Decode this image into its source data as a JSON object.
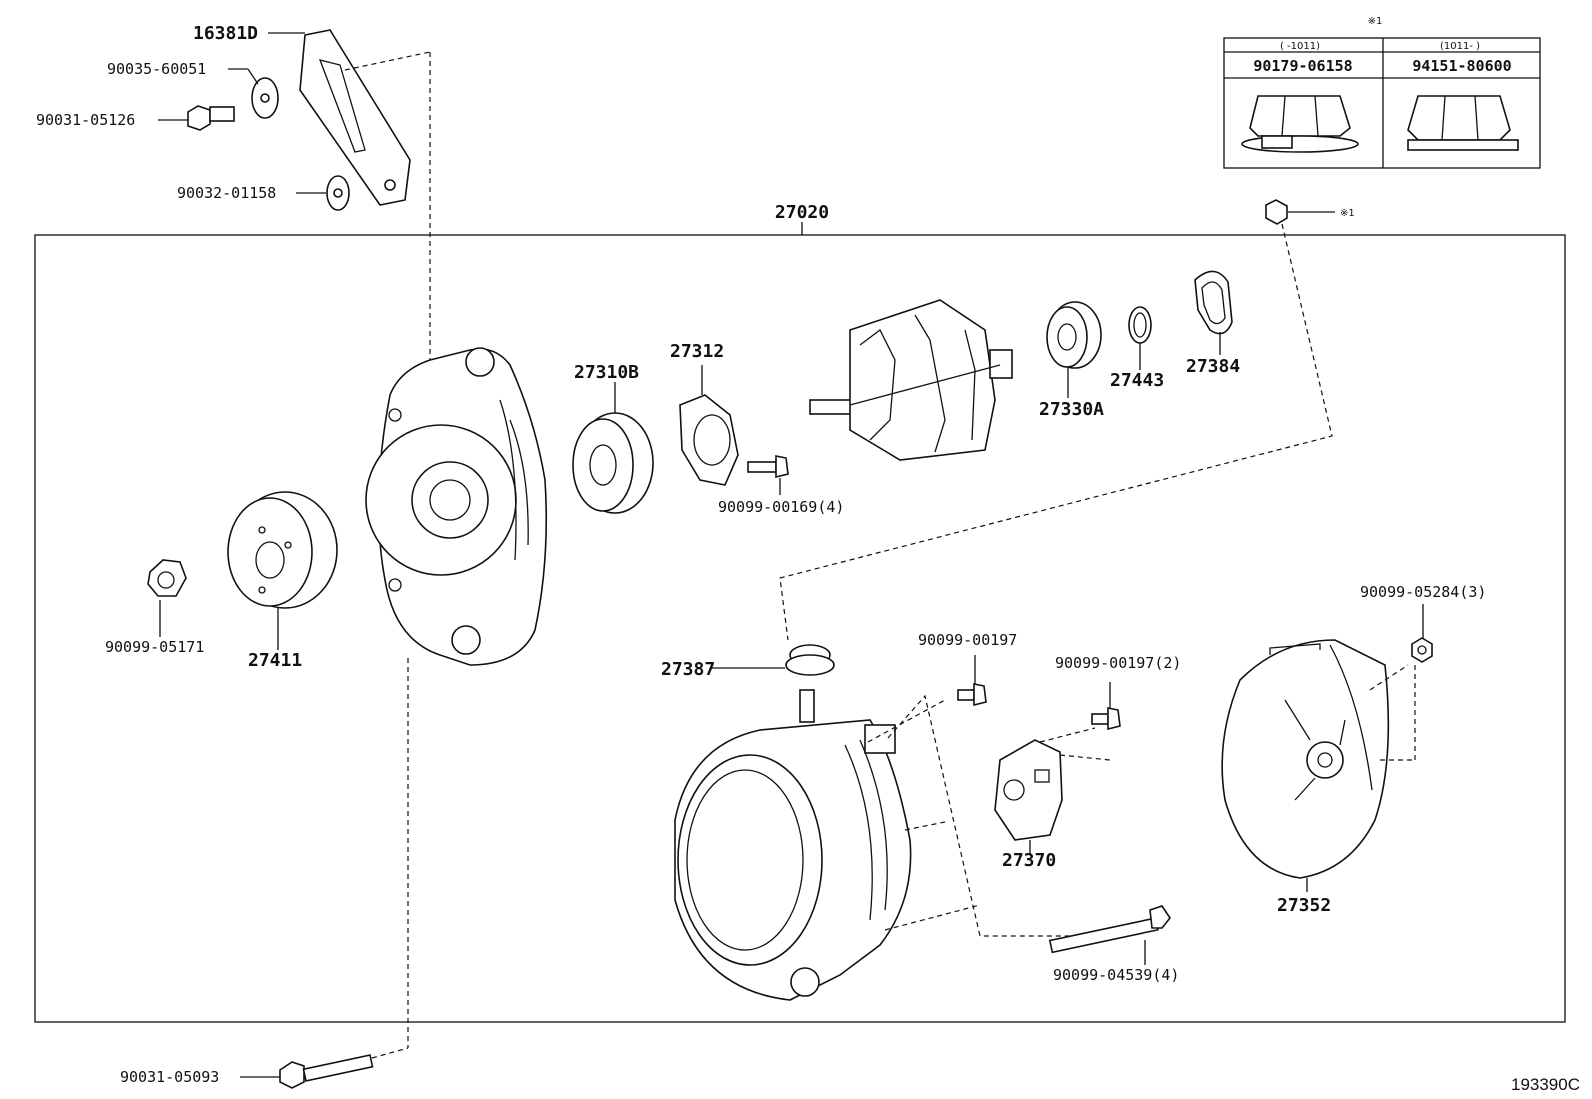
{
  "diagram": {
    "reference_code": "193390C",
    "assembly": {
      "number": "27020"
    },
    "note_marker": "※1",
    "variant_table": {
      "marker": "※1",
      "columns": [
        {
          "range": "(      -1011)",
          "part_number": "90179-06158"
        },
        {
          "range": "(1011-      )",
          "part_number": "94151-80600"
        }
      ]
    },
    "parts": [
      {
        "id": "p16381d",
        "number": "16381D"
      },
      {
        "id": "p90035",
        "number": "90035-60051"
      },
      {
        "id": "p90031a",
        "number": "90031-05126"
      },
      {
        "id": "p90032",
        "number": "90032-01158"
      },
      {
        "id": "p27310b",
        "number": "27310B"
      },
      {
        "id": "p27312",
        "number": "27312"
      },
      {
        "id": "p90099_169",
        "number": "90099-00169(4)"
      },
      {
        "id": "p27330a",
        "number": "27330A"
      },
      {
        "id": "p27443",
        "number": "27443"
      },
      {
        "id": "p27384",
        "number": "27384"
      },
      {
        "id": "p90099_171",
        "number": "90099-05171"
      },
      {
        "id": "p27411",
        "number": "27411"
      },
      {
        "id": "p90099_284",
        "number": "90099-05284(3)"
      },
      {
        "id": "p90099_197",
        "number": "90099-00197"
      },
      {
        "id": "p90099_197b",
        "number": "90099-00197(2)"
      },
      {
        "id": "p27387",
        "number": "27387"
      },
      {
        "id": "p27370",
        "number": "27370"
      },
      {
        "id": "p27352",
        "number": "27352"
      },
      {
        "id": "p90099_539",
        "number": "90099-04539(4)"
      },
      {
        "id": "p90031b",
        "number": "90031-05093"
      }
    ]
  }
}
